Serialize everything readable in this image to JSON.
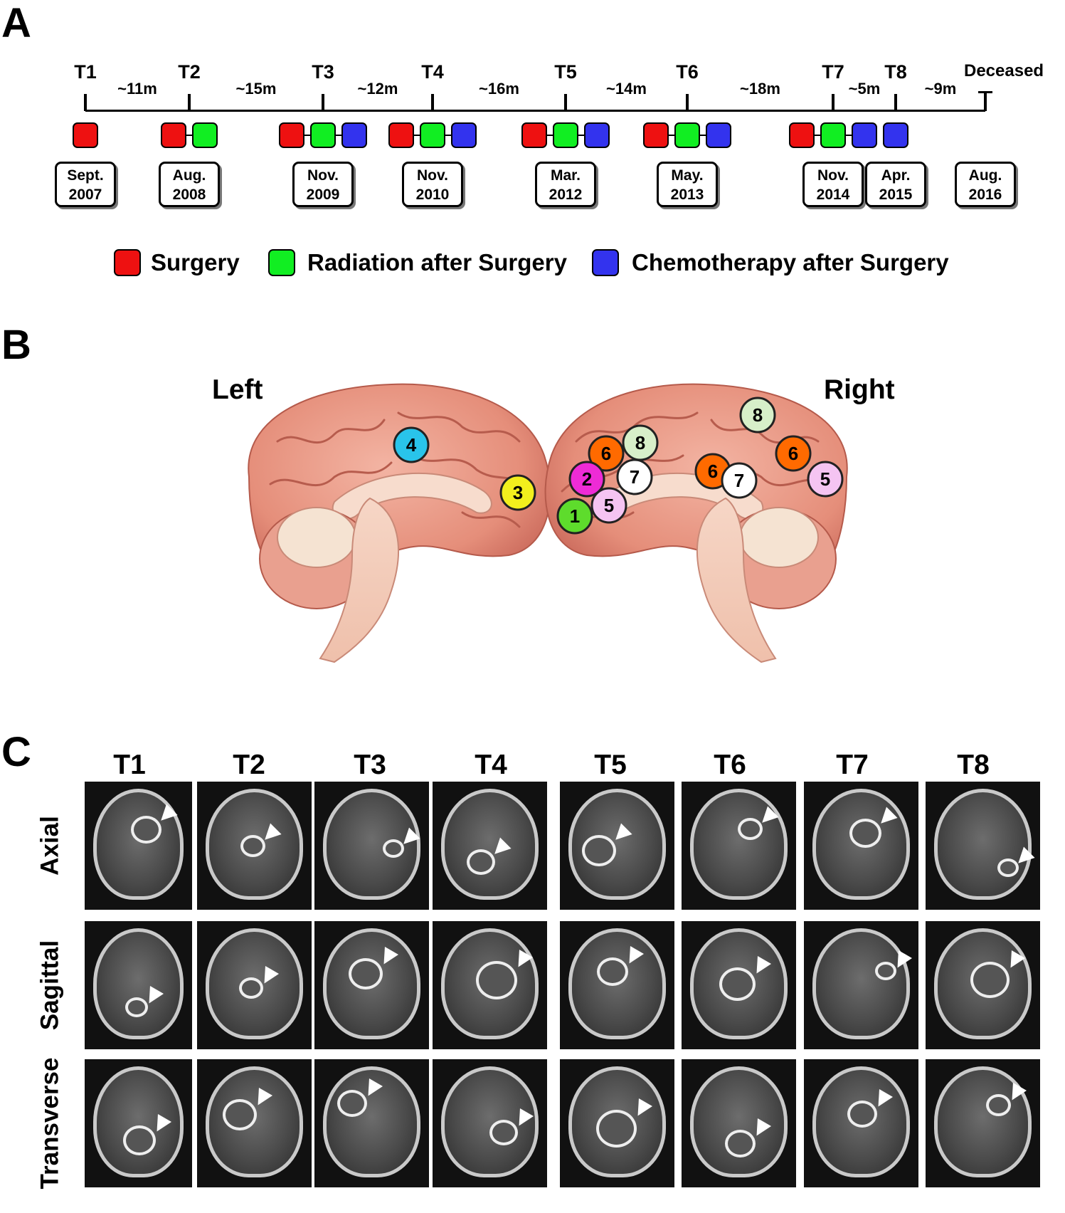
{
  "panels": {
    "a": "A",
    "b": "B",
    "c": "C"
  },
  "timeline": {
    "points": [
      {
        "label": "T1",
        "date_month": "Sept.",
        "date_year": "2007",
        "treatments": [
          "surgery"
        ]
      },
      {
        "label": "T2",
        "date_month": "Aug.",
        "date_year": "2008",
        "treatments": [
          "surgery",
          "radiation"
        ]
      },
      {
        "label": "T3",
        "date_month": "Nov.",
        "date_year": "2009",
        "treatments": [
          "surgery",
          "radiation",
          "chemotherapy"
        ]
      },
      {
        "label": "T4",
        "date_month": "Nov.",
        "date_year": "2010",
        "treatments": [
          "surgery",
          "radiation",
          "chemotherapy"
        ]
      },
      {
        "label": "T5",
        "date_month": "Mar.",
        "date_year": "2012",
        "treatments": [
          "surgery",
          "radiation",
          "chemotherapy"
        ]
      },
      {
        "label": "T6",
        "date_month": "May.",
        "date_year": "2013",
        "treatments": [
          "surgery",
          "radiation",
          "chemotherapy"
        ]
      },
      {
        "label": "T7",
        "date_month": "Nov.",
        "date_year": "2014",
        "treatments": [
          "surgery",
          "radiation",
          "chemotherapy"
        ]
      },
      {
        "label": "T8",
        "date_month": "Apr.",
        "date_year": "2015",
        "treatments": [
          "chemotherapy"
        ]
      }
    ],
    "end": {
      "label": "Deceased",
      "date_month": "Aug.",
      "date_year": "2016"
    },
    "intervals": [
      "~11m",
      "~15m",
      "~12m",
      "~16m",
      "~14m",
      "~18m",
      "~5m",
      "~9m"
    ]
  },
  "legend": [
    {
      "key": "surgery",
      "label": "Surgery",
      "color": "#ee1111"
    },
    {
      "key": "radiation",
      "label": "Radiation after Surgery",
      "color": "#11ee22"
    },
    {
      "key": "chemotherapy",
      "label": "Chemotherapy after Surgery",
      "color": "#3333ee"
    }
  ],
  "brain": {
    "left_label": "Left",
    "right_label": "Right",
    "markers_left": [
      {
        "num": "4",
        "color": "#29c4ea"
      },
      {
        "num": "3",
        "color": "#f2ef1d"
      }
    ],
    "markers_right": [
      {
        "num": "6",
        "color": "#ff6a00"
      },
      {
        "num": "8",
        "color": "#d7efc9"
      },
      {
        "num": "2",
        "color": "#ee2bd6"
      },
      {
        "num": "7",
        "color": "#ffffff"
      },
      {
        "num": "1",
        "color": "#5edc2c"
      },
      {
        "num": "5",
        "color": "#f5c4f2"
      },
      {
        "num": "6",
        "color": "#ff6a00"
      },
      {
        "num": "7",
        "color": "#ffffff"
      },
      {
        "num": "8",
        "color": "#d7efc9"
      },
      {
        "num": "6",
        "color": "#ff6a00"
      },
      {
        "num": "5",
        "color": "#f5c4f2"
      }
    ]
  },
  "mri": {
    "columns": [
      "T1",
      "T2",
      "T3",
      "T4",
      "T5",
      "T6",
      "T7",
      "T8"
    ],
    "rows": [
      "Axial",
      "Sagittal",
      "Transverse"
    ]
  }
}
